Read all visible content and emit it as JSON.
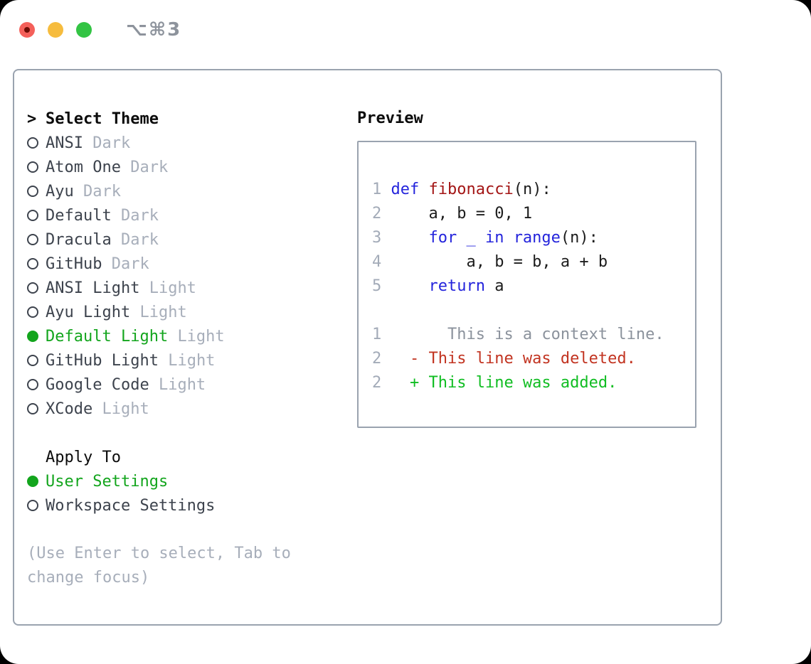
{
  "window": {
    "title": "⌥⌘3",
    "traffic_lights": [
      "close",
      "minimize",
      "zoom"
    ]
  },
  "colors": {
    "accent_green": "#13a51d",
    "muted_gray": "#a7aeba",
    "item_text": "#3d434d",
    "panel_border": "#9aa3af",
    "keyword_blue": "#2424dc",
    "function_red": "#a31515",
    "diff_deleted": "#c23421",
    "diff_added": "#10bd22",
    "context_gray": "#8b929c",
    "traffic_red": "#f4605a",
    "traffic_yellow": "#f6bc3e",
    "traffic_green": "#33c444"
  },
  "theme_list": {
    "header": "Select Theme",
    "header_marker": ">",
    "items": [
      {
        "name": "ANSI",
        "variant": "Dark",
        "selected": false
      },
      {
        "name": "Atom One",
        "variant": "Dark",
        "selected": false
      },
      {
        "name": "Ayu",
        "variant": "Dark",
        "selected": false
      },
      {
        "name": "Default",
        "variant": "Dark",
        "selected": false
      },
      {
        "name": "Dracula",
        "variant": "Dark",
        "selected": false
      },
      {
        "name": "GitHub",
        "variant": "Dark",
        "selected": false
      },
      {
        "name": "ANSI Light",
        "variant": "Light",
        "selected": false
      },
      {
        "name": "Ayu Light",
        "variant": "Light",
        "selected": false
      },
      {
        "name": "Default Light",
        "variant": "Light",
        "selected": true
      },
      {
        "name": "GitHub Light",
        "variant": "Light",
        "selected": false
      },
      {
        "name": "Google Code",
        "variant": "Light",
        "selected": false
      },
      {
        "name": "XCode",
        "variant": "Light",
        "selected": false
      }
    ]
  },
  "apply_to": {
    "header": "Apply To",
    "options": [
      {
        "label": "User Settings",
        "selected": true
      },
      {
        "label": "Workspace Settings",
        "selected": false
      }
    ]
  },
  "hint": "(Use Enter to select, Tab to change focus)",
  "preview": {
    "header": "Preview",
    "code_lines": [
      [
        {
          "s": "num",
          "t": "1 "
        },
        {
          "s": "kw",
          "t": "def "
        },
        {
          "s": "fn",
          "t": "fibonacci"
        },
        {
          "s": "plain",
          "t": "(n):"
        }
      ],
      [
        {
          "s": "num",
          "t": "2 "
        },
        {
          "s": "plain",
          "t": "    a, b = 0, 1"
        }
      ],
      [
        {
          "s": "num",
          "t": "3 "
        },
        {
          "s": "plain",
          "t": "    "
        },
        {
          "s": "kw",
          "t": "for _ in range"
        },
        {
          "s": "plain",
          "t": "(n):"
        }
      ],
      [
        {
          "s": "num",
          "t": "4 "
        },
        {
          "s": "plain",
          "t": "        a, b = b, a + b"
        }
      ],
      [
        {
          "s": "num",
          "t": "5 "
        },
        {
          "s": "plain",
          "t": "    "
        },
        {
          "s": "kw",
          "t": "return"
        },
        {
          "s": "plain",
          "t": " a"
        }
      ],
      [],
      [
        {
          "s": "num",
          "t": "1 "
        },
        {
          "s": "ctx",
          "t": "      This is a context line."
        }
      ],
      [
        {
          "s": "num",
          "t": "2 "
        },
        {
          "s": "del",
          "t": "  - This line was deleted."
        }
      ],
      [
        {
          "s": "num",
          "t": "2 "
        },
        {
          "s": "add",
          "t": "  + This line was added."
        }
      ]
    ]
  }
}
